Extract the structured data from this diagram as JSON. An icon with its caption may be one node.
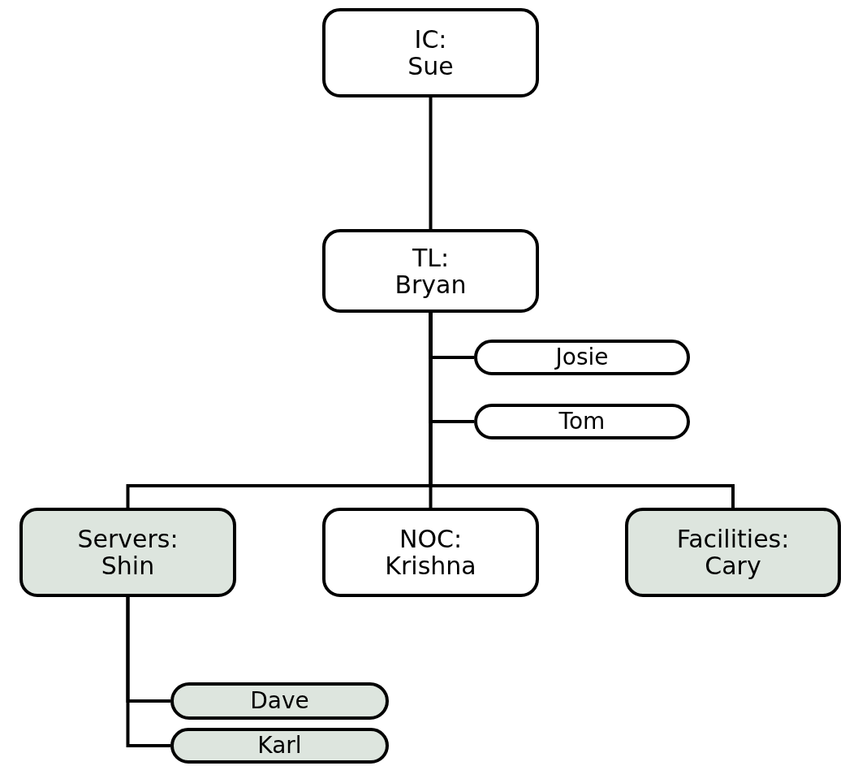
{
  "diagram": {
    "nodes": [
      {
        "text": [
          "IC:",
          "Sue"
        ]
      },
      {
        "text": [
          "TL:",
          "Bryan"
        ]
      },
      {
        "text": [
          "Josie"
        ]
      },
      {
        "text": [
          "Tom"
        ]
      },
      {
        "text": [
          "Servers:",
          "Shin"
        ]
      },
      {
        "text": [
          "NOC:",
          "Krishna"
        ]
      },
      {
        "text": [
          "Facilities:",
          "Cary"
        ]
      },
      {
        "text": [
          "Dave"
        ]
      },
      {
        "text": [
          "Karl"
        ]
      }
    ],
    "edges": [
      {
        "from": 0,
        "to": 1,
        "arrow": "none"
      },
      {
        "from": 1,
        "to": 2,
        "arrow": "none"
      },
      {
        "from": 1,
        "to": 3,
        "arrow": "none"
      },
      {
        "from": 1,
        "to": 4,
        "arrow": "none"
      },
      {
        "from": 1,
        "to": 5,
        "arrow": "none"
      },
      {
        "from": 1,
        "to": 6,
        "arrow": "none"
      },
      {
        "from": 4,
        "to": 7,
        "arrow": "none"
      },
      {
        "from": 4,
        "to": 8,
        "arrow": "none"
      }
    ]
  }
}
